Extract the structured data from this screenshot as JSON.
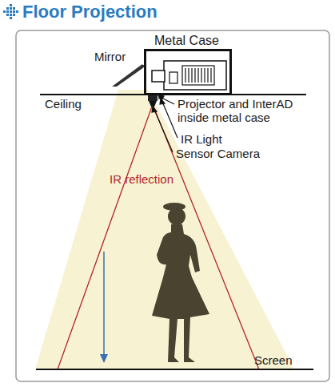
{
  "diagram": {
    "title": "Floor Projection",
    "nodes": [
      {
        "text": [
          "Metal Case"
        ]
      }
    ],
    "labels": [
      "Mirror",
      "Ceiling",
      "Projector and InterAD inside metal case",
      "IR Light",
      "Sensor Camera",
      "IR reflection",
      "Screen"
    ]
  }
}
